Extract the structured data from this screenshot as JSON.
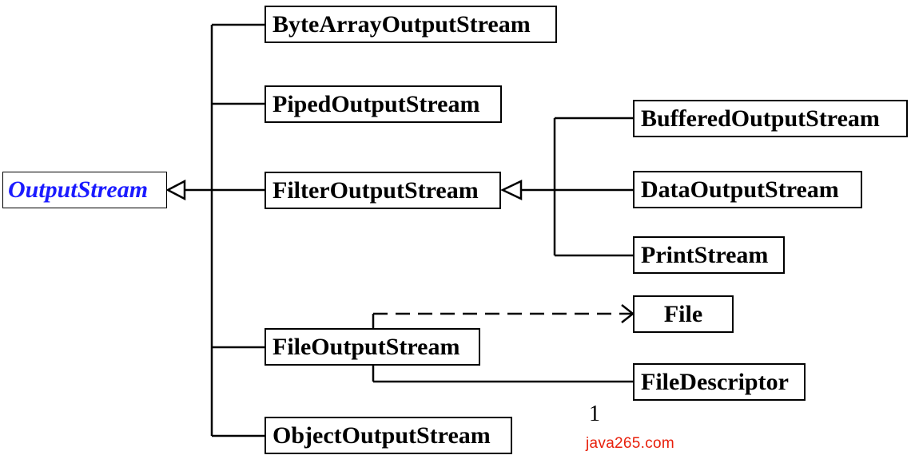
{
  "diagram": {
    "root": {
      "label": "OutputStream"
    },
    "subclasses": {
      "byte_array": "ByteArrayOutputStream",
      "piped": "PipedOutputStream",
      "filter": "FilterOutputStream",
      "file": "FileOutputStream",
      "object": "ObjectOutputStream"
    },
    "filter_subclasses": {
      "buffered": "BufferedOutputStream",
      "data": "DataOutputStream",
      "print": "PrintStream"
    },
    "associations": {
      "file": "File",
      "file_descriptor": "FileDescriptor"
    },
    "multiplicity": "1"
  },
  "watermark": "java265.com",
  "colors": {
    "abstract_text": "#1a1aff",
    "watermark": "#e8200c",
    "lines": "#000000"
  }
}
